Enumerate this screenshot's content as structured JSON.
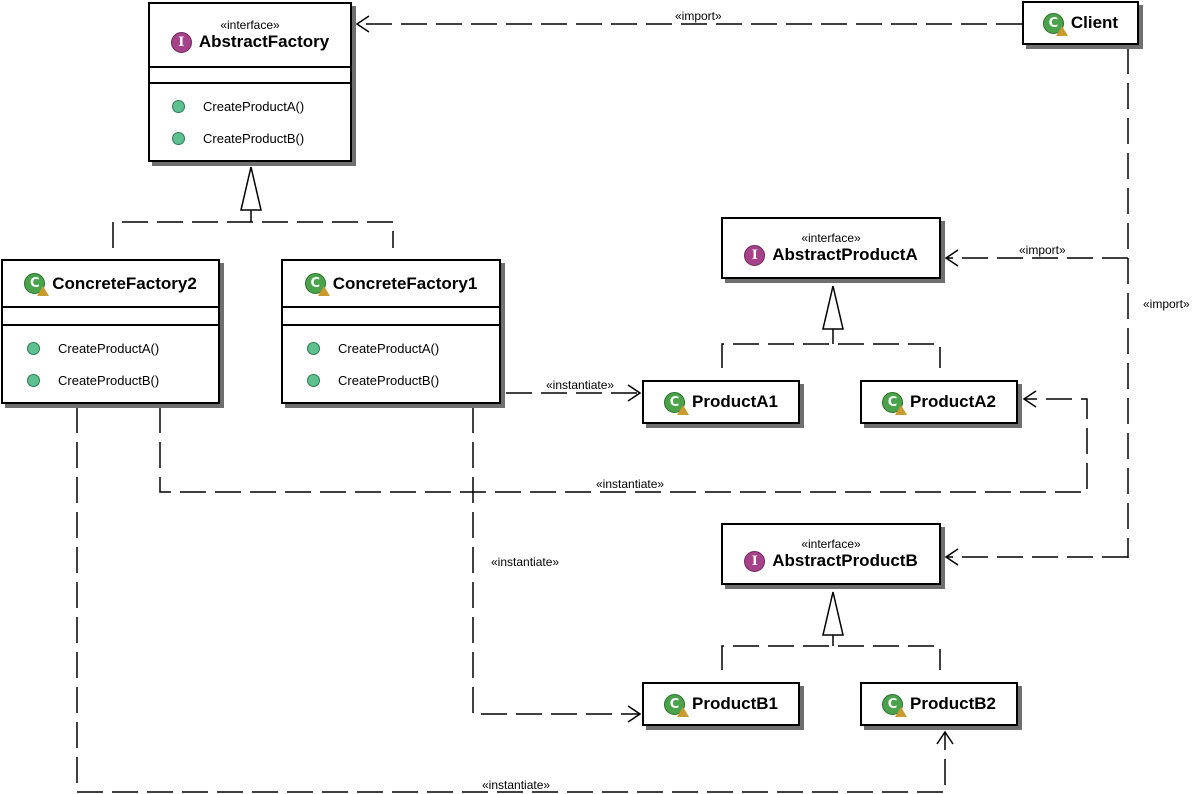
{
  "classes": {
    "abstract_factory": {
      "stereotype": "«interface»",
      "name": "AbstractFactory",
      "methods": [
        "CreateProductA()",
        "CreateProductB()"
      ]
    },
    "concrete_factory2": {
      "name": "ConcreteFactory2",
      "methods": [
        "CreateProductA()",
        "CreateProductB()"
      ]
    },
    "concrete_factory1": {
      "name": "ConcreteFactory1",
      "methods": [
        "CreateProductA()",
        "CreateProductB()"
      ]
    },
    "client": {
      "name": "Client"
    },
    "abstract_product_a": {
      "stereotype": "«interface»",
      "name": "AbstractProductA"
    },
    "abstract_product_b": {
      "stereotype": "«interface»",
      "name": "AbstractProductB"
    },
    "product_a1": {
      "name": "ProductA1"
    },
    "product_a2": {
      "name": "ProductA2"
    },
    "product_b1": {
      "name": "ProductB1"
    },
    "product_b2": {
      "name": "ProductB2"
    }
  },
  "edge_labels": {
    "import_factory": "«import»",
    "import_product_a": "«import»",
    "import_product_b": "«import»",
    "instantiate_a1": "«instantiate»",
    "instantiate_a2": "«instantiate»",
    "instantiate_b1": "«instantiate»",
    "instantiate_b2": "«instantiate»"
  },
  "colors": {
    "interface_icon": "#a6418a",
    "class_icon": "#4aa34a",
    "method_dot": "#5fc08f",
    "shadow": "#6f6f6f"
  }
}
